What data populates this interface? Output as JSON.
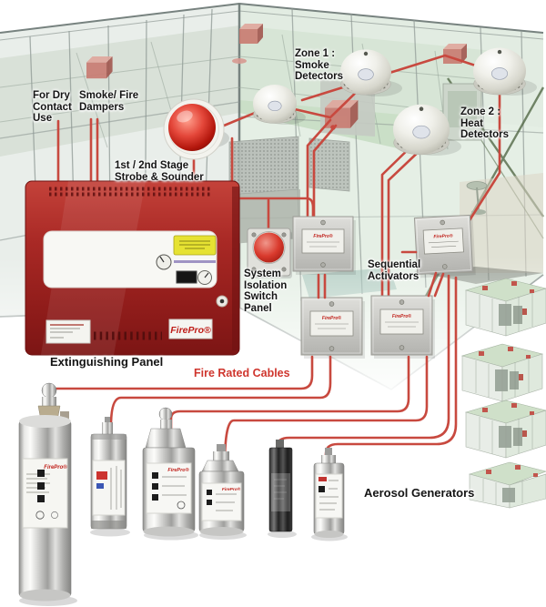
{
  "diagram": {
    "subject": "FirePro aerosol fire extinguishing system schematic",
    "brand": "FirePro®",
    "labels": {
      "dry_contact": "For Dry\nContact\nUse",
      "dampers": "Smoke/ Fire\nDampers",
      "strobe": "1st / 2nd  Stage\nStrobe & Sounder",
      "zone1": "Zone 1 :\nSmoke\nDetectors",
      "zone2": "Zone 2 :\nHeat\nDetectors",
      "isolation": "System\nIsolation\nSwitch\nPanel",
      "sequential": "Sequential\nActivators",
      "extinguishing_panel": "Extinguishing Panel",
      "fire_rated_cables": "Fire Rated Cables",
      "aerosol_generators": "Aerosol Generators"
    },
    "components": {
      "zone1_smoke_detectors": 2,
      "zone2_heat_detectors": 2,
      "fire_dampers": 4,
      "sequential_activators": 4,
      "aerosol_generators": 6,
      "strobe_sounders": 1,
      "isolation_switches": 1,
      "extinguishing_panels": 1,
      "room_thumbnails": 4
    },
    "colors": {
      "cable_red": "#c8493f",
      "label_red": "#cf362e",
      "panel_red": "#9c2220",
      "strobe_red": "#c2180d",
      "damper_red": "#c97b71",
      "ceiling_green": "#cbdfc7",
      "glass_gray": "#e6ebe8",
      "text_black": "#141414"
    }
  }
}
